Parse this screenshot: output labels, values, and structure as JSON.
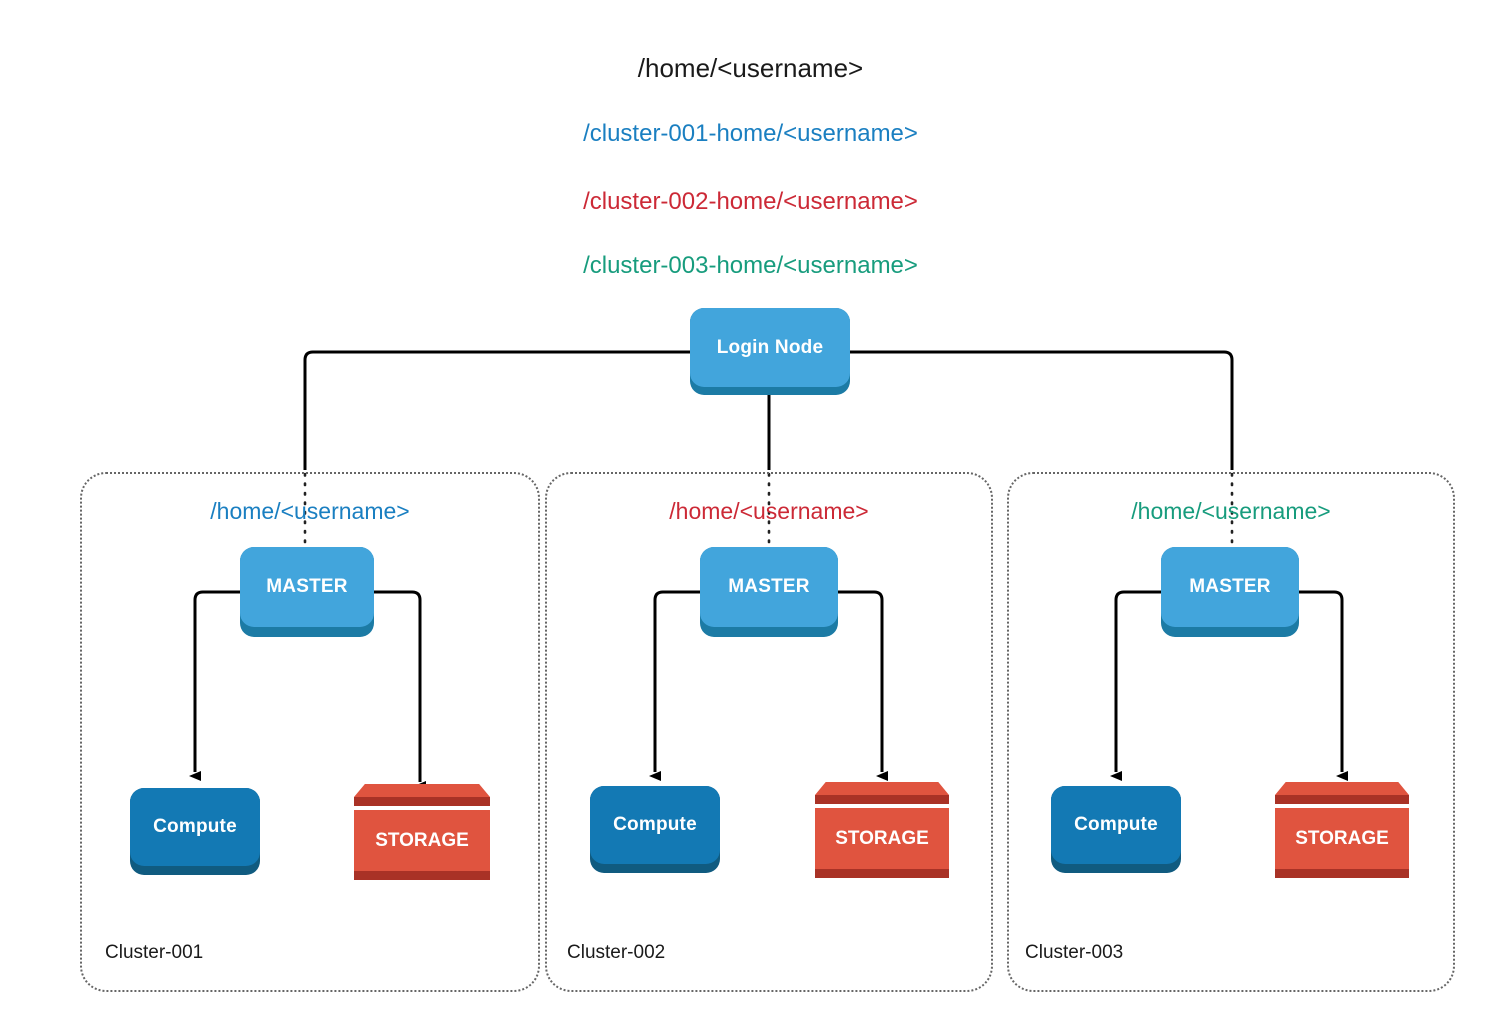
{
  "diagram": {
    "title_paths": [
      {
        "text": "/home/<username>",
        "color": "#1a1a1a"
      },
      {
        "text": "/cluster-001-home/<username>",
        "color": "#1a7fc1"
      },
      {
        "text": "/cluster-002-home/<username>",
        "color": "#cc2936"
      },
      {
        "text": "/cluster-003-home/<username>",
        "color": "#179c7d"
      }
    ],
    "login_node": {
      "label": "Login Node"
    },
    "clusters": [
      {
        "name": "Cluster-001",
        "home_path": "/home/<username>",
        "home_color": "#1a7fc1",
        "master": {
          "label": "MASTER"
        },
        "compute": {
          "label": "Compute"
        },
        "storage": {
          "label": "STORAGE"
        }
      },
      {
        "name": "Cluster-002",
        "home_path": "/home/<username>",
        "home_color": "#cc2936",
        "master": {
          "label": "MASTER"
        },
        "compute": {
          "label": "Compute"
        },
        "storage": {
          "label": "STORAGE"
        }
      },
      {
        "name": "Cluster-003",
        "home_path": "/home/<username>",
        "home_color": "#179c7d",
        "master": {
          "label": "MASTER"
        },
        "compute": {
          "label": "Compute"
        },
        "storage": {
          "label": "STORAGE"
        }
      }
    ],
    "colors": {
      "node_blue_light": "#42a5dc",
      "node_blue_light_shadow": "#1c7ba5",
      "node_blue_dark": "#1379b4",
      "node_blue_dark_shadow": "#105b80",
      "storage_red": "#e0543f",
      "storage_red_dark": "#a93226",
      "edge": "#000000",
      "cluster_border": "#666666",
      "background": "#ffffff"
    }
  }
}
